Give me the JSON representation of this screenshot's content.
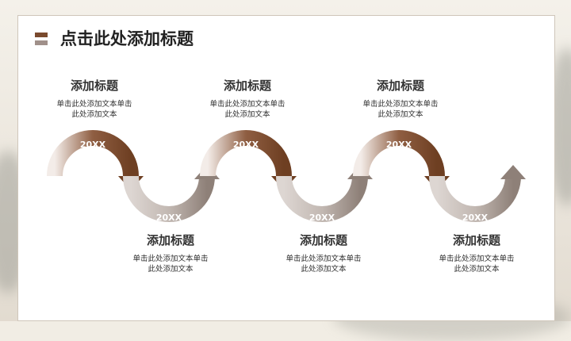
{
  "title": "点击此处添加标题",
  "colors": {
    "accent": "#7a4a2e",
    "accent_light": "#a0908a"
  },
  "steps": [
    {
      "year": "20XX",
      "heading": "添加标题",
      "body": "单击此处添加文本单击此处添加文本"
    },
    {
      "year": "20XX",
      "heading": "添加标题",
      "body": "单击此处添加文本单击此处添加文本"
    },
    {
      "year": "20XX",
      "heading": "添加标题",
      "body": "单击此处添加文本单击此处添加文本"
    },
    {
      "year": "20XX",
      "heading": "添加标题",
      "body": "单击此处添加文本单击此处添加文本"
    },
    {
      "year": "20XX",
      "heading": "添加标题",
      "body": "单击此处添加文本单击此处添加文本"
    },
    {
      "year": "20XX",
      "heading": "添加标题",
      "body": "单击此处添加文本单击此处添加文本"
    }
  ]
}
